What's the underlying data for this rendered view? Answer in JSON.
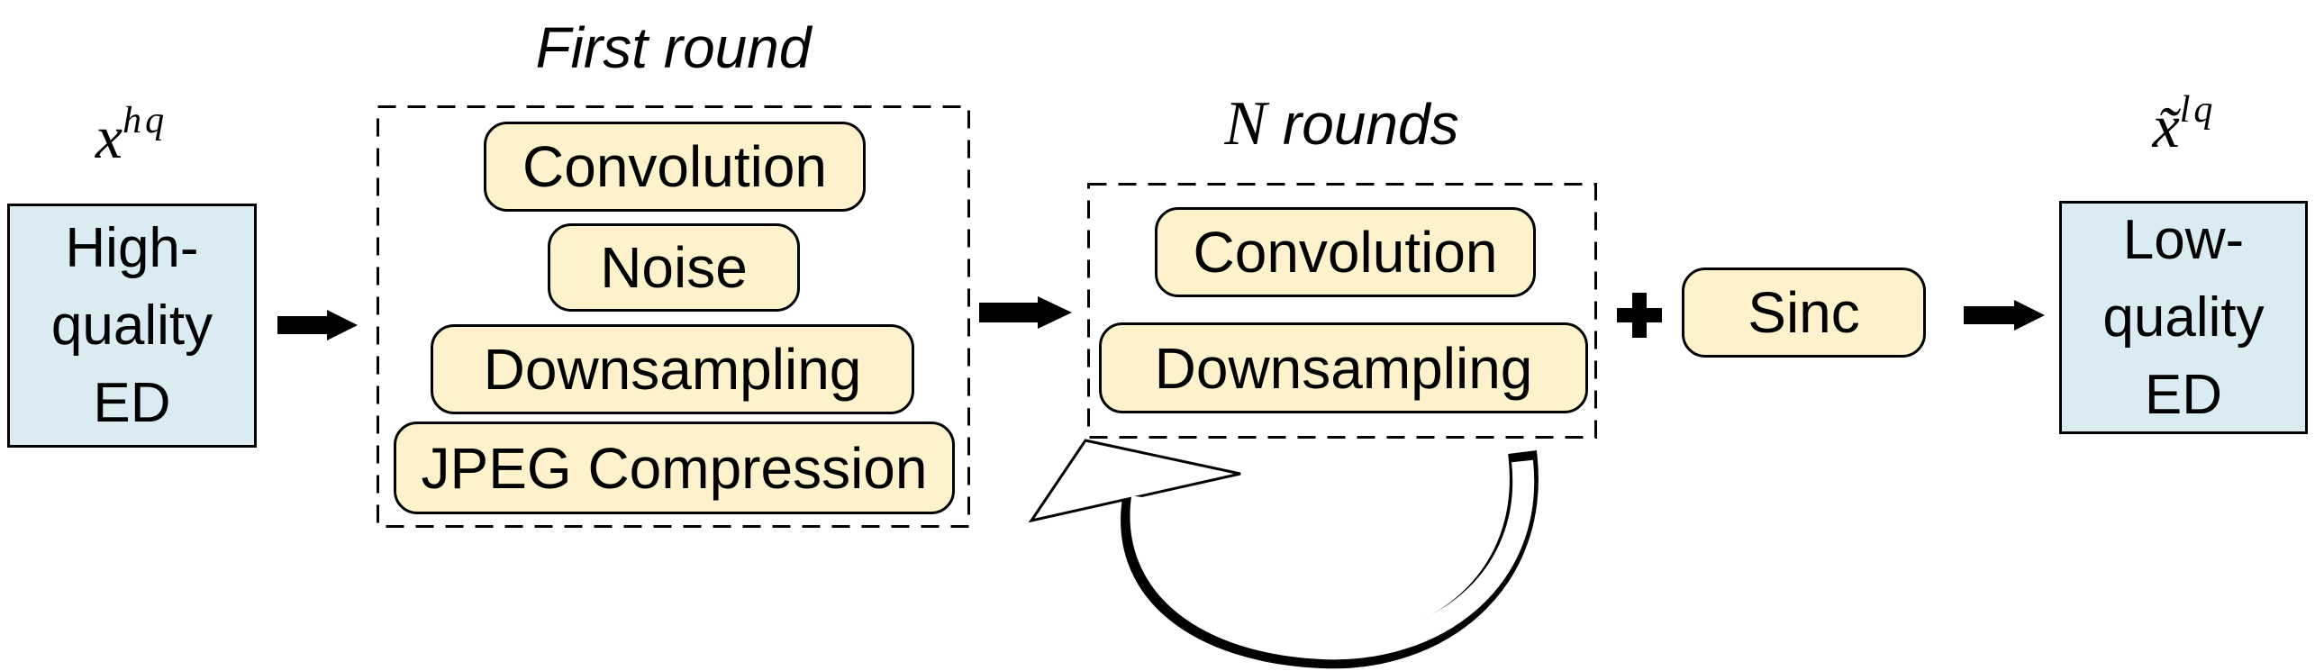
{
  "figure": {
    "input": {
      "math_base": "x",
      "math_sup": "hq",
      "box_lines": [
        "High-",
        "quality",
        "ED"
      ]
    },
    "first_round": {
      "title": "First round",
      "steps": [
        "Convolution",
        "Noise",
        "Downsampling",
        "JPEG Compression"
      ]
    },
    "n_rounds": {
      "title_math": "N",
      "title_rest": "rounds",
      "steps": [
        "Convolution",
        "Downsampling"
      ]
    },
    "plus_sign": "+",
    "sinc": {
      "label": "Sinc"
    },
    "output": {
      "math_base": "x̃",
      "math_sup": "lq",
      "box_lines": [
        "Low-",
        "quality",
        "ED"
      ]
    },
    "icons": {
      "flow_arrow": "right-block-arrow",
      "plus": "plus",
      "loop_arrow": "curved-loop-arrow"
    },
    "colors": {
      "process_fill": "#fdf2cc",
      "io_fill": "#daebf2",
      "outline": "#000000"
    }
  }
}
